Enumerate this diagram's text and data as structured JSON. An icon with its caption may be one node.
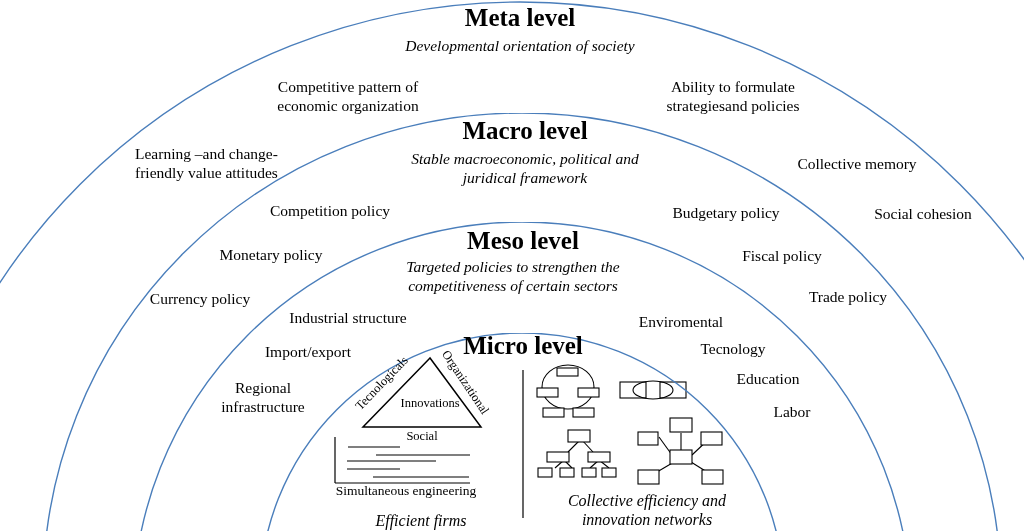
{
  "diagram": {
    "nodes": [
      {
        "text": [
          "Meta level",
          "Developmental orientation of society"
        ]
      },
      {
        "text": [
          "Macro level",
          "Stable macroeconomic, political and juridical framework"
        ],
        "in": 0
      },
      {
        "text": [
          "Meso level",
          "Targeted policies to strengthen the competitiveness of certain sectors"
        ],
        "in": 1
      },
      {
        "text": [
          "Micro level"
        ],
        "in": 2
      },
      {
        "text": [
          "Tecnologicals",
          "Organizational",
          "Innovations",
          "Social"
        ],
        "in": 3
      }
    ],
    "edges": [],
    "labels": [
      "Competitive pattern of economic organization",
      "Ability to formulate strategiesand policies",
      "Learning –and  change-friendly value attitudes",
      "Collective memory",
      "Social cohesion",
      "Competition policy",
      "Budgetary policy",
      "Monetary policy",
      "Fiscal policy",
      "Currency policy",
      "Trade policy",
      "Industrial structure",
      "Enviromental",
      "Import/export",
      "Tecnology",
      "Education",
      "Regional infrastructure",
      "Labor",
      "Simultaneous engineering",
      "Efficient firms",
      "Collective efficiency and innovation networks"
    ]
  }
}
